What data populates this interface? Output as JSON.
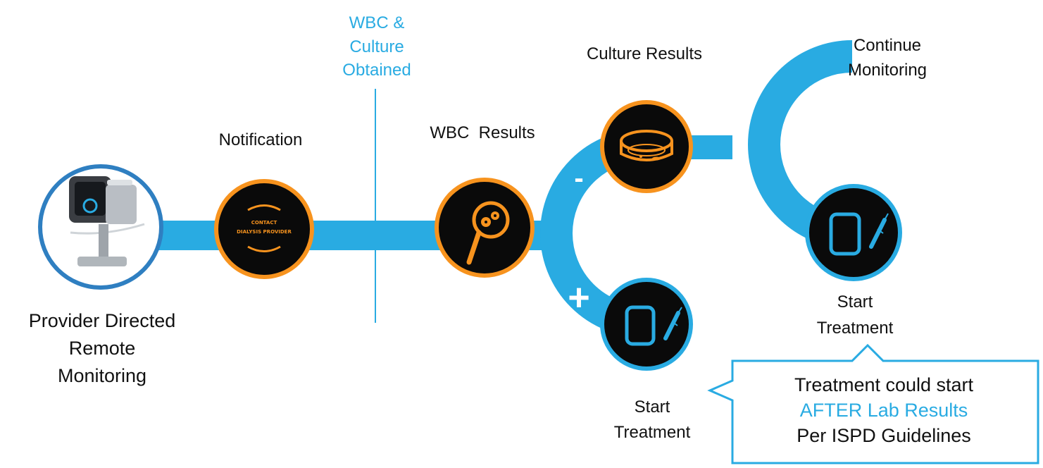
{
  "colors": {
    "track": "#29ABE2",
    "ring_orange": "#F7931E",
    "ring_blue": "#29ABE2",
    "node_fill": "#0A0A0A",
    "icon_orange": "#F7931E",
    "icon_blue": "#29ABE2",
    "text": "#111111",
    "accent_text": "#29ABE2"
  },
  "labels": {
    "monitoring": [
      "Provider Directed",
      "Remote",
      "Monitoring"
    ],
    "notification": "Notification",
    "wbc_culture_obtained": [
      "WBC &",
      "Culture",
      "Obtained"
    ],
    "wbc_results": "WBC  Results",
    "culture_results": "Culture Results",
    "continue_monitoring": [
      "Continue",
      "Monitoring"
    ],
    "start_treatment_upper": [
      "Start",
      "Treatment"
    ],
    "start_treatment_lower": [
      "Start",
      "Treatment"
    ]
  },
  "signs": {
    "wbc_negative": "-",
    "wbc_positive": "+",
    "culture_negative": "-",
    "culture_positive": "+"
  },
  "notification_icon": {
    "line1": "CONTACT",
    "line2": "DIALYSIS PROVIDER"
  },
  "icons": {
    "monitoring": "dialysis-machine-icon",
    "notification": "contact-provider-badge-icon",
    "wbc": "magnifying-glass-cells-icon",
    "culture": "petri-dish-icon",
    "treatment": "iv-bag-syringe-icon"
  },
  "callout": {
    "line1": "Treatment could start",
    "line2": "AFTER Lab Results",
    "line3": "Per ISPD Guidelines"
  }
}
